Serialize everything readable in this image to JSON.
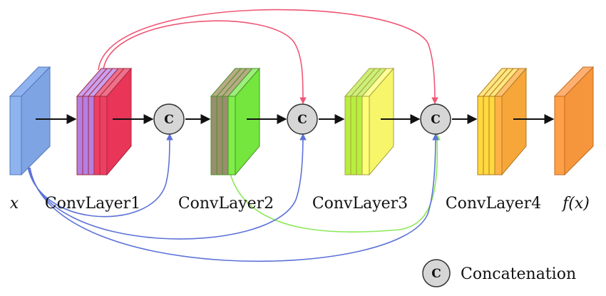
{
  "labels": {
    "input": "x",
    "layer1": "ConvLayer1",
    "layer2": "ConvLayer2",
    "layer3": "ConvLayer3",
    "layer4": "ConvLayer4",
    "output": "f(x)"
  },
  "concat": {
    "symbol": "C",
    "legend_label": "Concatenation"
  },
  "colors": {
    "input": "#8fb3ee",
    "layer1": "#ee3f62",
    "layer1_inner": "#b57fe0",
    "layer2": "#7fee4a",
    "layer2_inner": "#9a8e6e",
    "layer3": "#ffff7a",
    "layer3_inner": "#b8ee40",
    "layer4": "#ffb146",
    "layer4_inner": "#ffd940",
    "output": "#ffa048",
    "skip_input": "#5d72d8",
    "skip_layer1": "#ee5775",
    "skip_layer2": "#8ee85a",
    "concat_fill": "#d6d6d6"
  }
}
